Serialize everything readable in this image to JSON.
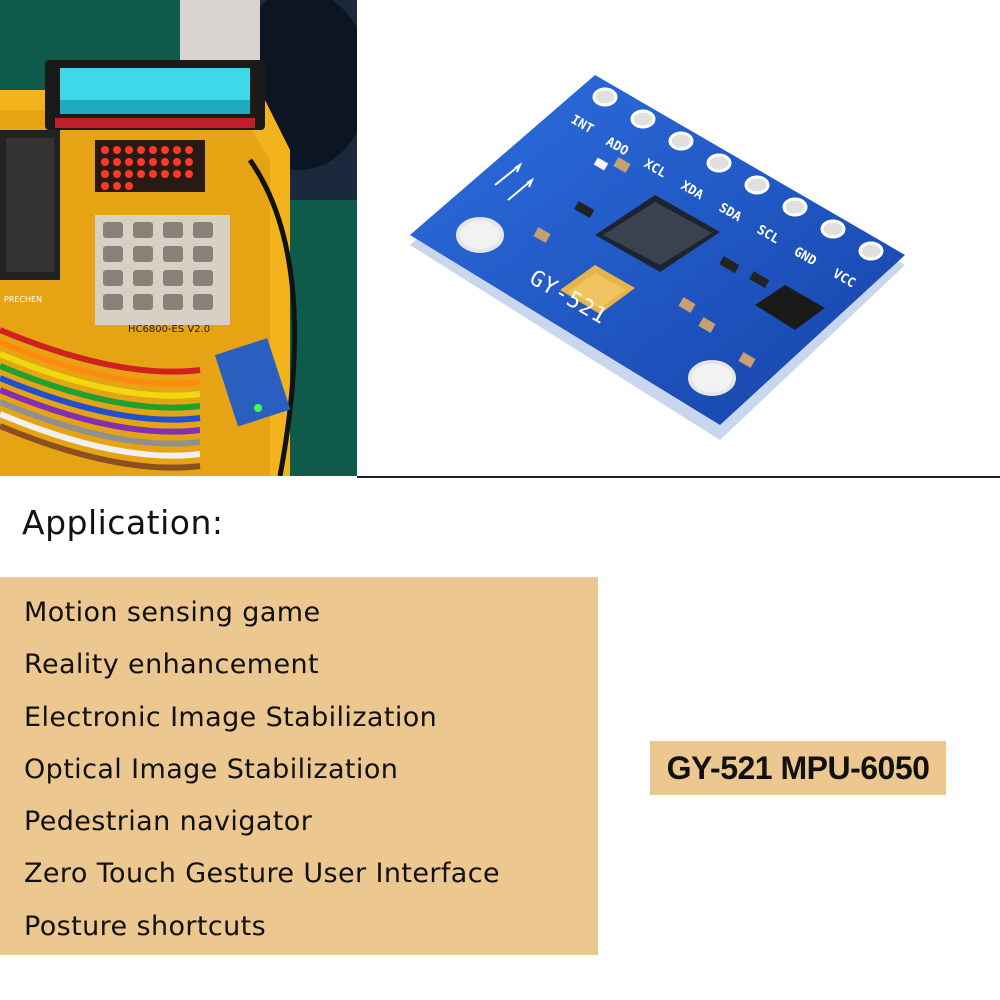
{
  "photo": {
    "lcd_brand": "PRECHEN",
    "board_label": "HC6800-ES V2.0"
  },
  "module": {
    "silkscreen": "GY-521",
    "pins": [
      "INT",
      "ADO",
      "XCL",
      "XDA",
      "SDA",
      "SCL",
      "GND",
      "VCC"
    ]
  },
  "application": {
    "title": "Application:",
    "items": [
      "Motion sensing game",
      "Reality enhancement",
      "Electronic Image Stabilization",
      "Optical Image Stabilization",
      "Pedestrian navigator",
      "Zero Touch Gesture User Interface",
      "Posture shortcuts"
    ]
  },
  "model": "GY-521 MPU-6050"
}
